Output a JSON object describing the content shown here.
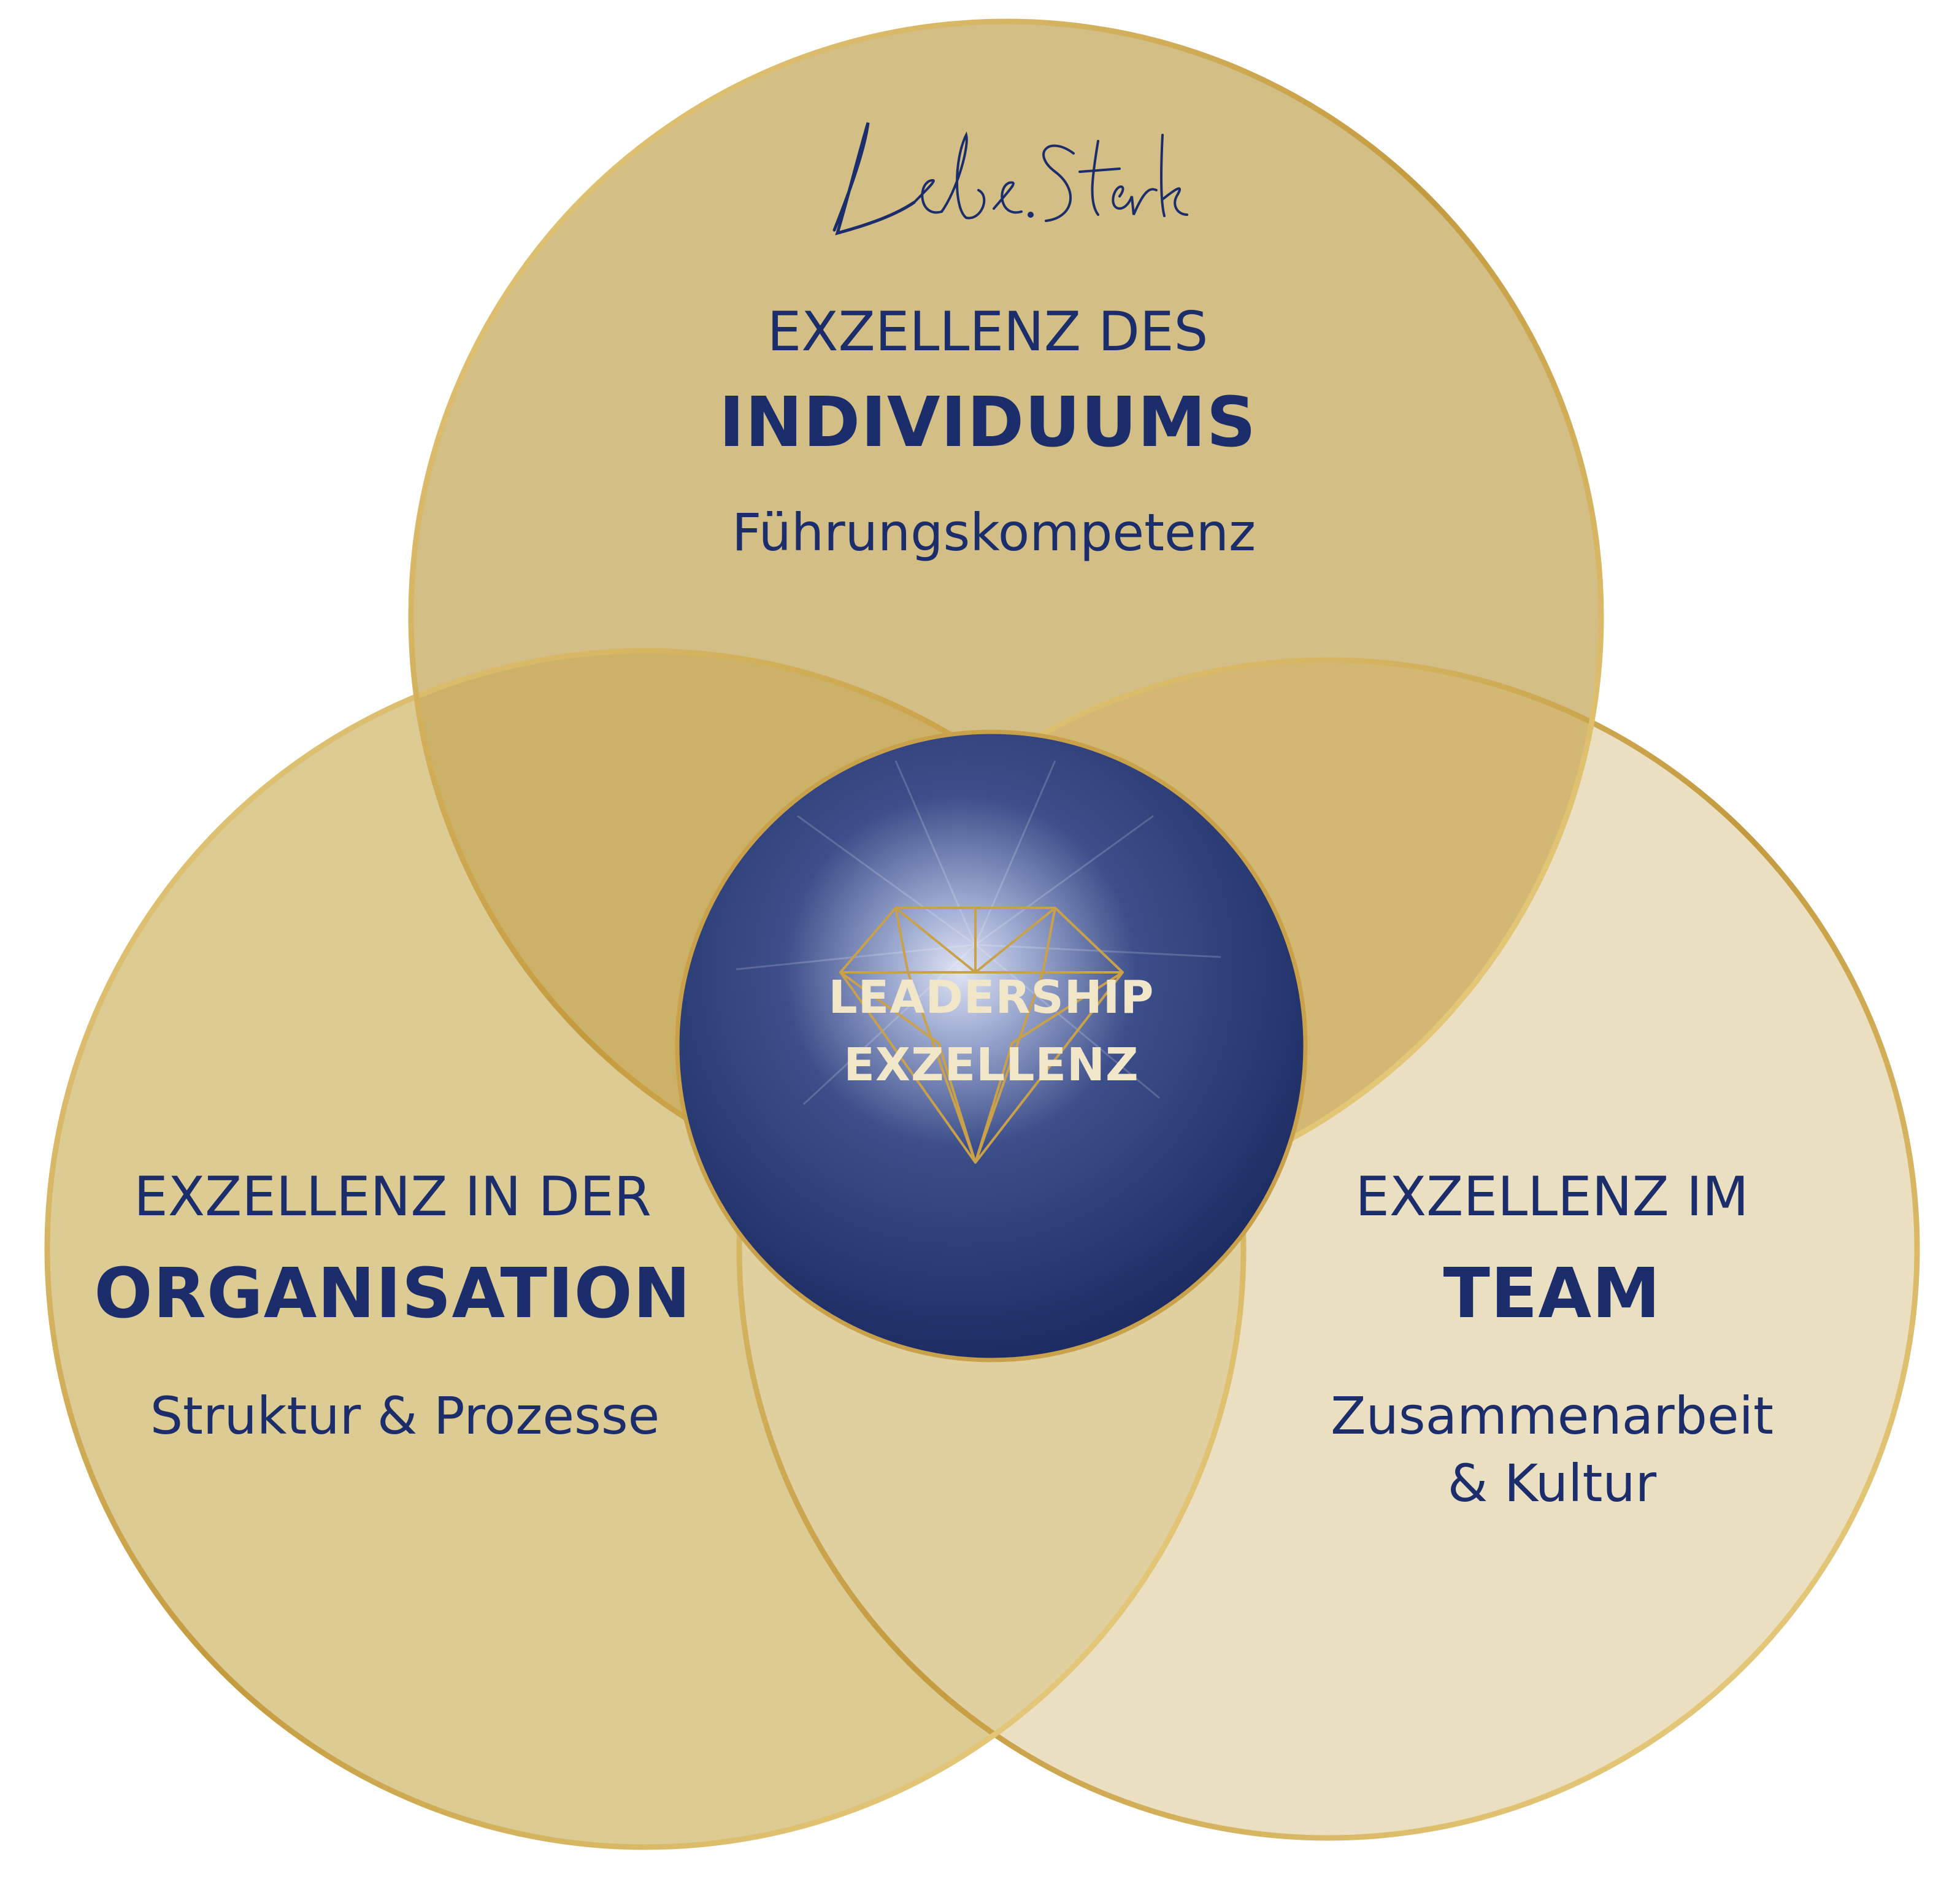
{
  "colors": {
    "navy": "#1c2d6b",
    "gold_stroke": "#c9a14a",
    "top_fill": "#d3b96b",
    "left_fill": "#ddcb94",
    "right_fill": "#ebdfc2",
    "center_text": "#f2e6c8"
  },
  "logo": {
    "text": "Lebe.Stark"
  },
  "top_circle": {
    "line1": "EXZELLENZ DES",
    "line2": "INDIVIDUUMS",
    "sub": "Führungskompetenz"
  },
  "left_circle": {
    "line1": "EXZELLENZ IN DER",
    "line2": "ORGANISATION",
    "sub": "Struktur & Prozesse"
  },
  "right_circle": {
    "line1": "EXZELLENZ IM",
    "line2": "TEAM",
    "sub1": "Zusammenarbeit",
    "sub2": "& Kultur"
  },
  "center": {
    "line1": "LEADERSHIP",
    "line2": "EXZELLENZ",
    "icon": "diamond-icon"
  }
}
